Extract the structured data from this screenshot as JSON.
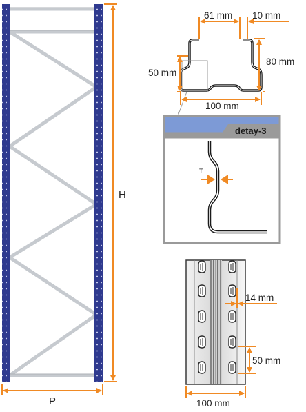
{
  "frame": {
    "height_label": "H",
    "depth_label": "P",
    "colors": {
      "upright": "#2f3a8f",
      "bracing": "#c4c8cc",
      "dimension": "#f08a24"
    }
  },
  "profile": {
    "width_label": "100 mm",
    "height_label": "80 mm",
    "inner_width_label": "61 mm",
    "flange_label": "10 mm",
    "lip_label": "50 mm"
  },
  "detail": {
    "title": "detay-3",
    "thickness_label": "T",
    "colors": {
      "header_band": "#7d9ad6",
      "header_gray": "#9a9a9a"
    }
  },
  "upright_face": {
    "width_label": "100 mm",
    "slot_offset_label": "14 mm",
    "slot_pitch_label": "50 mm"
  }
}
